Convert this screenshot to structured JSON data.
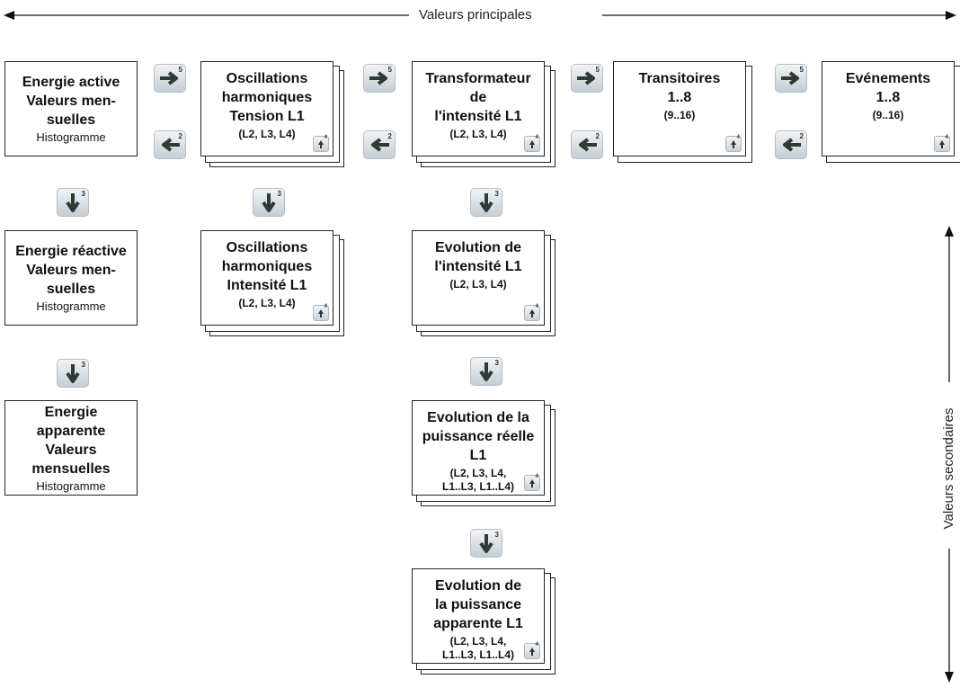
{
  "axes": {
    "horizontal_label": "Valeurs principales",
    "vertical_label": "Valeurs secondaires"
  },
  "cards": [
    {
      "title": "Energie active\nValeurs men-\nsuelles",
      "sub": "",
      "hist": "Histogramme"
    },
    {
      "title": "Oscillations\nharmoniques\nTension L1",
      "sub": "(L2, L3, L4)",
      "hist": ""
    },
    {
      "title": "Transformateur\nde\nl'intensité L1",
      "sub": "(L2, L3, L4)",
      "hist": ""
    },
    {
      "title": "Transitoires\n1..8",
      "sub": "(9..16)",
      "hist": ""
    },
    {
      "title": "Evénements\n1..8",
      "sub": "(9..16)",
      "hist": ""
    },
    {
      "title": "Energie réactive\nValeurs men-\nsuelles",
      "sub": "",
      "hist": "Histogramme"
    },
    {
      "title": "Oscillations\nharmoniques\nIntensité L1",
      "sub": "(L2, L3, L4)",
      "hist": ""
    },
    {
      "title": "Evolution de\nl'intensité L1",
      "sub": "(L2, L3, L4)",
      "hist": ""
    },
    {
      "title": "Energie\napparente\nValeurs\nmensuelles",
      "sub": "",
      "hist": "Histogramme"
    },
    {
      "title": "Evolution de la\npuissance réelle\nL1",
      "sub": "(L2, L3, L4,\nL1..L3, L1..L4)",
      "hist": ""
    },
    {
      "title": "Evolution de\nla puissance\napparente L1",
      "sub": "(L2, L3, L4,\nL1..L3, L1..L4)",
      "hist": ""
    }
  ],
  "buttons": {
    "right_key": "5",
    "left_key": "2",
    "down_key": "3",
    "up_key": "4"
  }
}
